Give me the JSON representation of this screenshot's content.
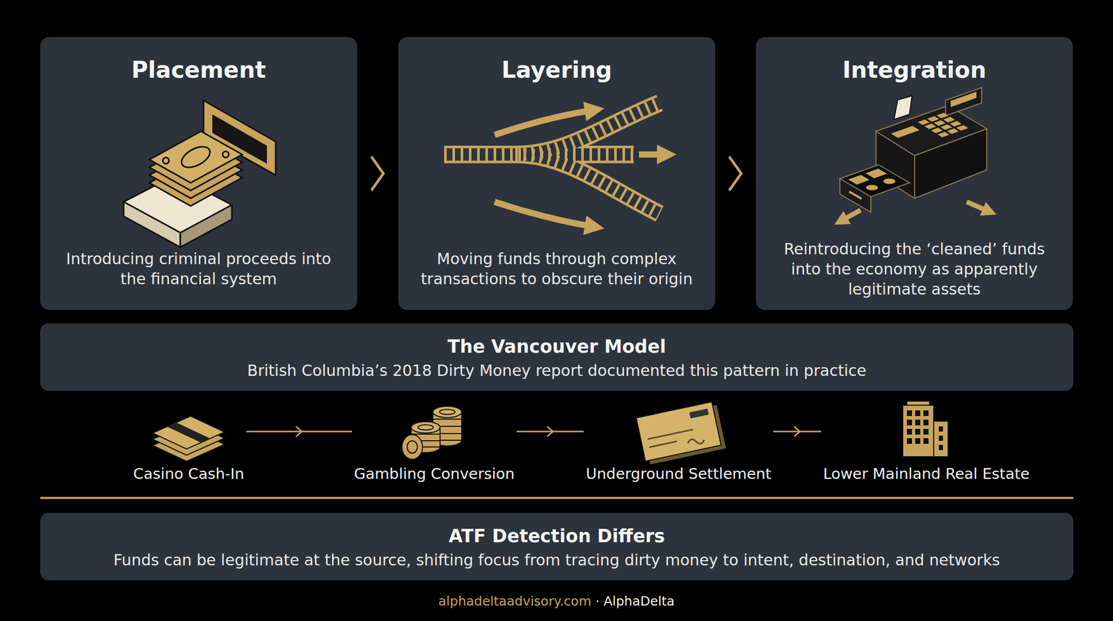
{
  "diagram": {
    "nodes": [
      {
        "text": [
          "Placement",
          "Introducing criminal proceeds into the financial system"
        ]
      },
      {
        "text": [
          "Layering",
          "Moving funds through complex transactions to obscure their origin"
        ]
      },
      {
        "text": [
          "Integration",
          "Reintroducing the ‘cleaned’ funds into the economy as apparently legitimate assets"
        ]
      },
      {
        "text": [
          "The Vancouver Model",
          "British Columbia’s 2018 Dirty Money report documented this pattern in practice"
        ]
      },
      {
        "text": [
          "Casino Cash-In"
        ]
      },
      {
        "text": [
          "Gambling Conversion"
        ]
      },
      {
        "text": [
          "Underground Settlement"
        ]
      },
      {
        "text": [
          "Lower Mainland Real Estate"
        ]
      },
      {
        "text": [
          "ATF Detection Differs",
          "Funds can be legitimate at the source, shifting focus from tracing dirty money to intent, destination, and networks"
        ]
      }
    ],
    "edges": [
      {
        "from": 0,
        "to": 1,
        "arrow": "to"
      },
      {
        "from": 1,
        "to": 2,
        "arrow": "to"
      },
      {
        "from": 4,
        "to": 5,
        "arrow": "to"
      },
      {
        "from": 5,
        "to": 6,
        "arrow": "to"
      },
      {
        "from": 6,
        "to": 7,
        "arrow": "to"
      }
    ],
    "labels": [
      "alphadeltaadvisory.com",
      "· AlphaDelta"
    ]
  }
}
